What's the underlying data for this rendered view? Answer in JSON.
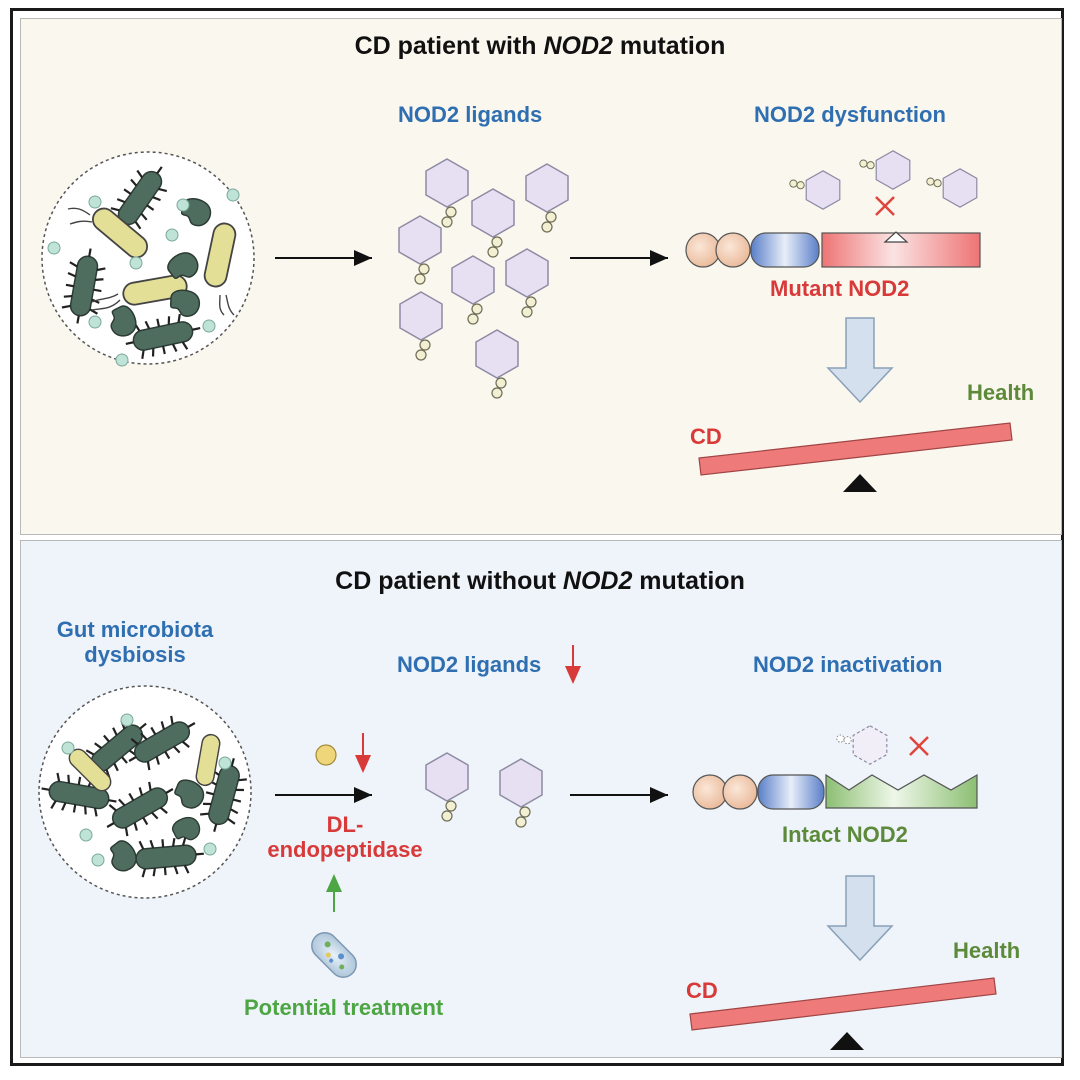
{
  "top_panel": {
    "title_prefix": "CD patient with ",
    "title_gene": "NOD2",
    "title_suffix": " mutation",
    "ligands_label": "NOD2 ligands",
    "dysfunction_label": "NOD2 dysfunction",
    "mutant_label": "Mutant NOD2",
    "scale_left": "CD",
    "scale_right": "Health"
  },
  "bottom_panel": {
    "title_prefix": "CD patient without ",
    "title_gene": "NOD2",
    "title_suffix": " mutation",
    "dysbiosis_line1": "Gut microbiota",
    "dysbiosis_line2": "dysbiosis",
    "ligands_label": "NOD2 ligands",
    "inactivation_label": "NOD2 inactivation",
    "enzyme_line1": "DL-",
    "enzyme_line2": "endopeptidase",
    "intact_label": "Intact NOD2",
    "treatment_label": "Potential treatment",
    "scale_left": "CD",
    "scale_right": "Health"
  },
  "colors": {
    "label_blue": "#2f6fb1",
    "label_red": "#d83a3a",
    "label_green": "#5d8a3a",
    "treatment_green": "#4da543",
    "bar_red": "#ef7a7a",
    "hexagon_fill": "#e6e0f2",
    "bacteria_yellow": "#e3df96",
    "bacteria_green": "#4f6d5f",
    "bead_tan": "#f1cdb3"
  },
  "icons": [
    "bacteria-community",
    "nod2-ligand-hexagon",
    "mutation-x-icon",
    "down-arrow-icon",
    "fulcrum-icon",
    "probiotic-capsule-icon"
  ]
}
